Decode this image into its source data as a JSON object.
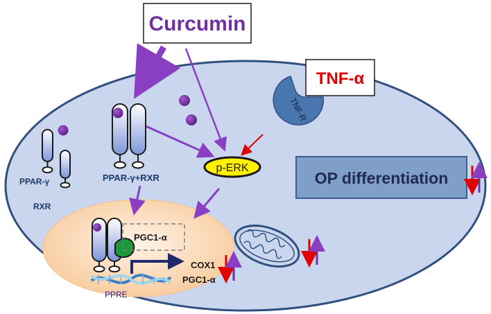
{
  "labels": {
    "curcumin": "Curcumin",
    "tnf_alpha": "TNF-α",
    "tnf_receptor": "TNF-R",
    "ppar_gamma": "PPAR-γ",
    "rxr": "RXR",
    "ppar_rxr_complex": "PPAR-γ+RXR",
    "p_erk": "p-ERK",
    "pgc1_alpha_box": "PGC1-α",
    "ppre": "PPRE",
    "cox1": "COX1",
    "pgc1_alpha_gene": "PGC1-α",
    "op_differentiation": "OP differentiation"
  },
  "colors": {
    "cell_fill": "#c9d6ee",
    "cell_border": "#2f4f7f",
    "curcumin_text": "#7030a0",
    "curcumin_arrow": "#8a3fc2",
    "tnf_text": "#e00000",
    "receptor_fill": "#4a76b0",
    "erk_fill": "#ffef00",
    "nucleus_fill": "#fbd9b5",
    "op_box_fill": "#7f9fc8",
    "op_box_border": "#3a5f8f",
    "up_arrow": "#7030a0",
    "down_arrow": "#e00000",
    "pgc1_bind": "#1a9a3c",
    "transcription_arrow": "#1f2a6b"
  }
}
